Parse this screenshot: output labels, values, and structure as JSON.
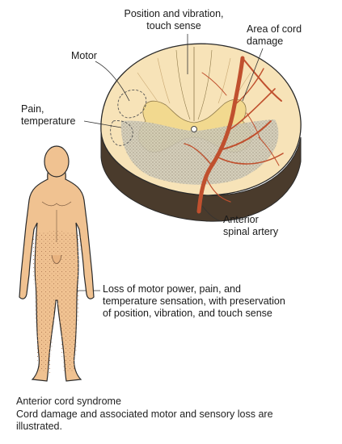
{
  "labels": {
    "position_vibration": [
      "Position and vibration,",
      "touch sense"
    ],
    "area_cord_damage": [
      "Area of cord",
      "damage"
    ],
    "motor": "Motor",
    "pain_temperature": [
      "Pain,",
      "temperature"
    ],
    "anterior_spinal_artery": [
      "Anterior",
      "spinal artery"
    ],
    "loss_description": [
      "Loss of motor power, pain, and",
      "temperature sensation, with preservation",
      "of position, vibration, and touch sense"
    ]
  },
  "caption": {
    "title": "Anterior cord syndrome",
    "body": [
      "Cord damage and associated motor and sensory loss are",
      "illustrated."
    ]
  },
  "colors": {
    "cord_white_matter": "#f7e3b8",
    "gray_matter": "#f2d98f",
    "damage_shading": "#cfcbbb",
    "artery": "#c0502e",
    "cord_base": "#4a3b2c",
    "skin": "#f0c291",
    "outline": "#2a2a2a"
  }
}
